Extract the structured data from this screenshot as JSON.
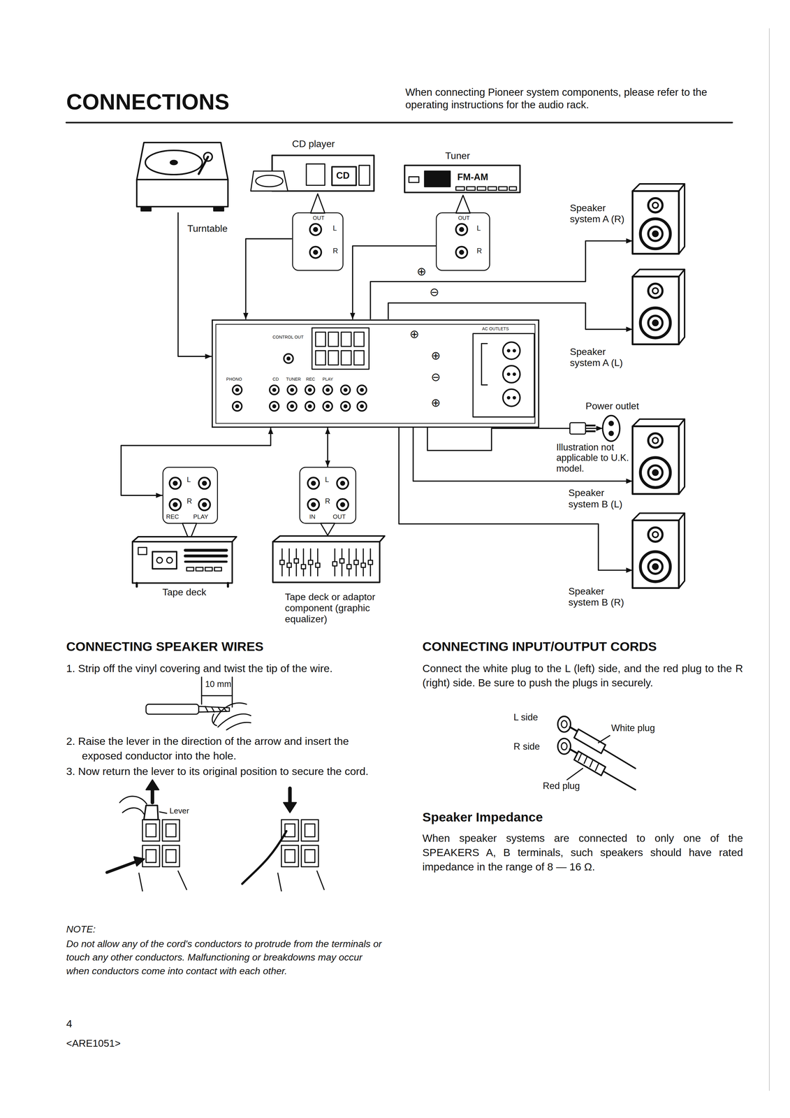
{
  "diagram": {
    "title": "CONNECTIONS",
    "nodes": [
      {
        "text": [
          "Turntable"
        ]
      },
      {
        "text": [
          "CD player",
          "CD"
        ]
      },
      {
        "text": [
          "OUT",
          "L",
          "R"
        ]
      },
      {
        "text": [
          "Tuner",
          "FM-AM"
        ]
      },
      {
        "text": [
          "OUT",
          "L",
          "R"
        ]
      },
      {
        "text": [
          "Speaker system A (R)"
        ]
      },
      {
        "text": [
          "CONTROL OUT",
          "PHONO",
          "CD",
          "TUNER",
          "REC",
          "PLAY",
          "AC OUTLETS"
        ]
      },
      {
        "text": [
          "Speaker system A (L)"
        ]
      },
      {
        "text": [
          "Power outlet"
        ]
      },
      {
        "text": [
          "Speaker system B (L)"
        ]
      },
      {
        "text": [
          "L",
          "R",
          "REC",
          "PLAY"
        ]
      },
      {
        "text": [
          "L",
          "R",
          "IN",
          "OUT"
        ]
      },
      {
        "text": [
          "Tape deck"
        ]
      },
      {
        "text": [
          "Tape deck or adaptor component (graphic equalizer)"
        ]
      },
      {
        "text": [
          "Speaker system B (R)"
        ]
      }
    ],
    "edges": [
      {
        "from": 0,
        "to": 6,
        "arrow": "to"
      },
      {
        "from": 2,
        "to": 6,
        "arrow": "to"
      },
      {
        "from": 4,
        "to": 6,
        "arrow": "to"
      },
      {
        "from": 6,
        "to": 5,
        "arrow": "to"
      },
      {
        "from": 6,
        "to": 7,
        "arrow": "to"
      },
      {
        "from": 6,
        "to": 8,
        "arrow": "to"
      },
      {
        "from": 6,
        "to": 9,
        "arrow": "to"
      },
      {
        "from": 6,
        "to": 14,
        "arrow": "to"
      },
      {
        "from": 6,
        "to": 10,
        "arrow": "both"
      },
      {
        "from": 6,
        "to": 11,
        "arrow": "both"
      }
    ],
    "labels": [
      "When connecting Pioneer system components, please refer to the operating instructions for the audio rack.",
      "⊕",
      "⊖",
      "⊕",
      "⊕",
      "⊖",
      "⊕",
      "Illustration not applicable to U.K. model.",
      "CONNECTING SPEAKER WIRES",
      "1. Strip off the vinyl covering and twist the tip of the wire.",
      "10 mm",
      "2. Raise the lever in the direction of the arrow and insert the exposed conductor into the hole.",
      "3. Now return the lever to its original position to secure the cord.",
      "Lever",
      "NOTE:",
      "Do not allow any of the cord's conductors to protrude from the terminals or touch any other conductors. Malfunctioning or breakdowns may occur when conductors come into contact with each other.",
      "4",
      "<ARE1051>",
      "CONNECTING INPUT/OUTPUT CORDS",
      "Connect the white plug to the L (left) side, and the red plug to the R (right) side. Be sure to push the plugs in securely.",
      "L side",
      "White plug",
      "R side",
      "Red plug",
      "Speaker Impedance",
      "When speaker systems are connected to only one of the SPEAKERS A, B terminals, such speakers should have rated impedance in the range of 8 — 16 Ω."
    ]
  }
}
